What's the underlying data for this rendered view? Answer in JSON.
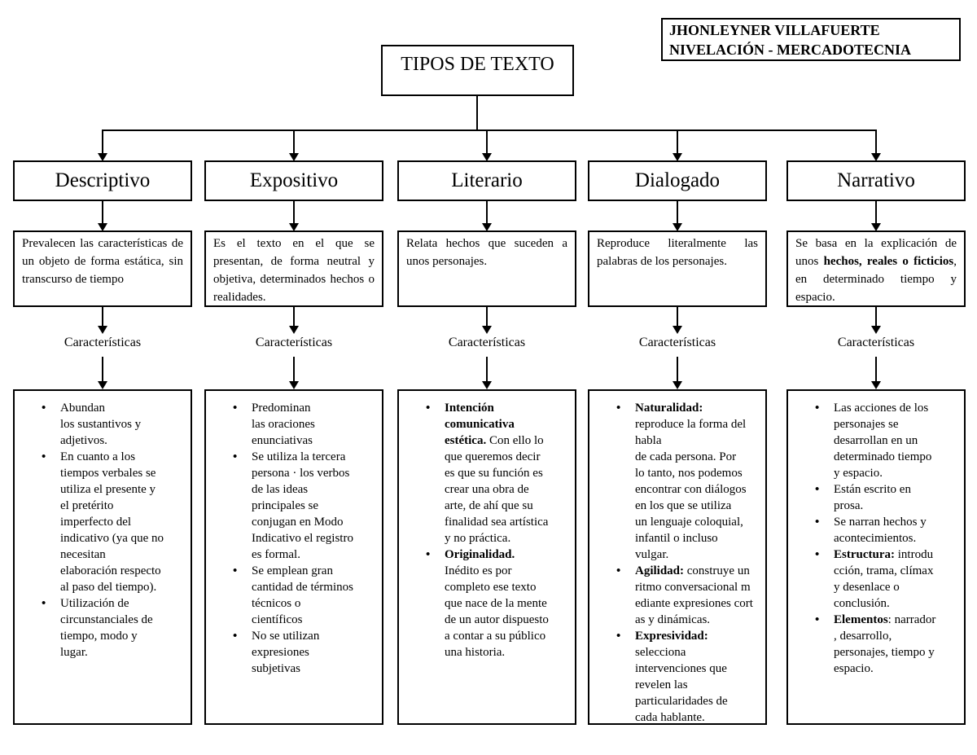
{
  "header": {
    "title": "TIPOS DE TEXTO",
    "credit_line1": "JHONLEYNER VILLAFUERTE",
    "credit_line2": "NIVELACIÓN - MERCADOTECNIA"
  },
  "characteristics_label": "Características",
  "columns": [
    {
      "name": "Descriptivo",
      "description": {
        "pre": "Prevalecen las características de un objeto de forma estática, sin transcurso de tiempo",
        "bold": "",
        "post": ""
      },
      "bullets": [
        {
          "b": "",
          "t": "Abundan\nlos sustantivos y\nadjetivos."
        },
        {
          "b": "",
          "t": "En cuanto a los\ntiempos verbales se\nutiliza el presente y\nel pretérito\nimperfecto del\nindicativo (ya que no\nnecesitan\nelaboración respecto\nal paso del tiempo)."
        },
        {
          "b": "",
          "t": "Utilización de\ncircunstanciales de\ntiempo, modo y\nlugar."
        }
      ]
    },
    {
      "name": "Expositivo",
      "description": {
        "pre": "Es el texto en el que se presentan, de forma neutral y objetiva, determinados hechos o realidades.",
        "bold": "",
        "post": ""
      },
      "bullets": [
        {
          "b": "",
          "t": "Predominan\nlas oraciones\nenunciativas"
        },
        {
          "b": "",
          "t": "Se utiliza la tercera\npersona · los verbos\nde las ideas\nprincipales se\nconjugan en Modo\nIndicativo el registro\nes formal."
        },
        {
          "b": "",
          "t": "Se emplean gran\ncantidad de términos\ntécnicos o\ncientíficos"
        },
        {
          "b": "",
          "t": "No se utilizan\nexpresiones\nsubjetivas"
        }
      ]
    },
    {
      "name": "Literario",
      "description": {
        "pre": "Relata hechos que suceden a unos personajes.",
        "bold": "",
        "post": ""
      },
      "bullets": [
        {
          "b": "Intención\ncomunicativa\nestética.",
          "t": " Con ello lo\nque queremos decir\nes que su función es\ncrear una obra de\narte, de ahí que su\nfinalidad sea artística\ny no práctica."
        },
        {
          "b": "Originalidad.",
          "t": "\nInédito es por\ncompleto ese texto\nque nace de la mente\nde un autor dispuesto\na contar a su público\nuna historia."
        }
      ]
    },
    {
      "name": "Dialogado",
      "description": {
        "pre": "Reproduce literalmente las palabras de los personajes.",
        "bold": "",
        "post": ""
      },
      "bullets": [
        {
          "b": "Naturalidad:",
          "t": "\nreproduce la forma del\nhabla\nde cada persona. Por\nlo tanto, nos podemos\nencontrar con diálogos\nen los que se utiliza\nun lenguaje coloquial,\ninfantil o incluso\nvulgar."
        },
        {
          "b": "Agilidad:",
          "t": " construye un\nritmo conversacional m\nediante expresiones cort\nas y dinámicas."
        },
        {
          "b": "Expresividad:",
          "t": "\nselecciona\nintervenciones que\nrevelen las\nparticularidades de\ncada hablante."
        }
      ]
    },
    {
      "name": "Narrativo",
      "description": {
        "pre": "Se basa en la explicación de unos ",
        "bold": "hechos, reales o ficticios",
        "post": ", en determinado tiempo y espacio."
      },
      "bullets": [
        {
          "b": "",
          "t": "Las acciones de los\npersonajes se\ndesarrollan en un\ndeterminado tiempo\ny espacio."
        },
        {
          "b": "",
          "t": "Están escrito en\nprosa."
        },
        {
          "b": "",
          "t": "Se narran hechos y\nacontecimientos."
        },
        {
          "b": "Estructura:",
          "t": " introdu\ncción, trama, clímax\ny desenlace o\nconclusión."
        },
        {
          "b": "Elementos",
          "t": ": narrador\n, desarrollo,\npersonajes, tiempo y\nespacio."
        }
      ]
    }
  ]
}
